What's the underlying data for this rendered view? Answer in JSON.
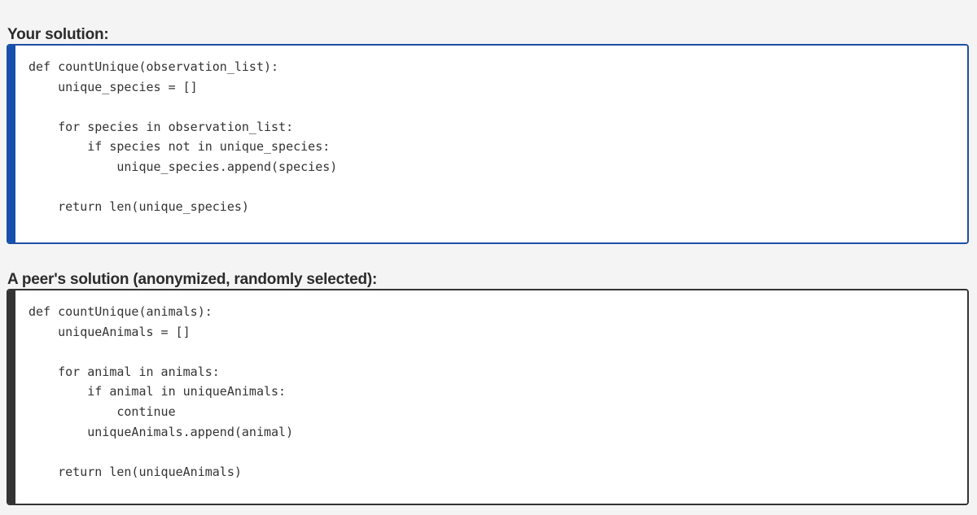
{
  "page": {
    "background_color": "#f4f4f4",
    "text_color": "#2b2b2b"
  },
  "your_solution": {
    "heading": "Your solution:",
    "accent_color": "#1550ae",
    "border_color": "#1d4fa5",
    "language": "python",
    "code": "def countUnique(observation_list):\n    unique_species = []\n\n    for species in observation_list:\n        if species not in unique_species:\n            unique_species.append(species)\n\n    return len(unique_species)"
  },
  "peer_solution": {
    "heading": "A peer's solution (anonymized, randomly selected):",
    "accent_color": "#333333",
    "border_color": "#333333",
    "language": "python",
    "code": "def countUnique(animals):\n    uniqueAnimals = []\n\n    for animal in animals:\n        if animal in uniqueAnimals:\n            continue\n        uniqueAnimals.append(animal)\n\n    return len(uniqueAnimals)"
  }
}
